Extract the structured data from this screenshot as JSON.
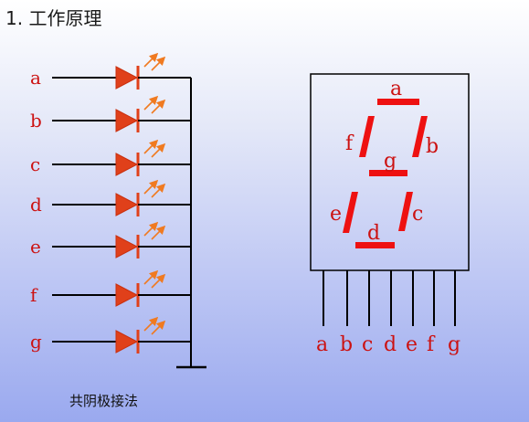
{
  "heading": "1. 工作原理",
  "caption": "共阴极接法",
  "led_labels": [
    "a",
    "b",
    "c",
    "d",
    "e",
    "f",
    "g"
  ],
  "segment_labels": [
    "a",
    "b",
    "c",
    "d",
    "e",
    "f",
    "g"
  ],
  "pin_labels": [
    "a",
    "b",
    "c",
    "d",
    "e",
    "f",
    "g"
  ],
  "colors": {
    "led": "#e0401a",
    "segment": "#ee1111",
    "label": "#cc1111",
    "wire": "#000000",
    "light_arrow": "#f07a20"
  },
  "icons": [
    "led-diode-icon",
    "light-emission-arrows-icon",
    "ground-symbol-icon"
  ]
}
